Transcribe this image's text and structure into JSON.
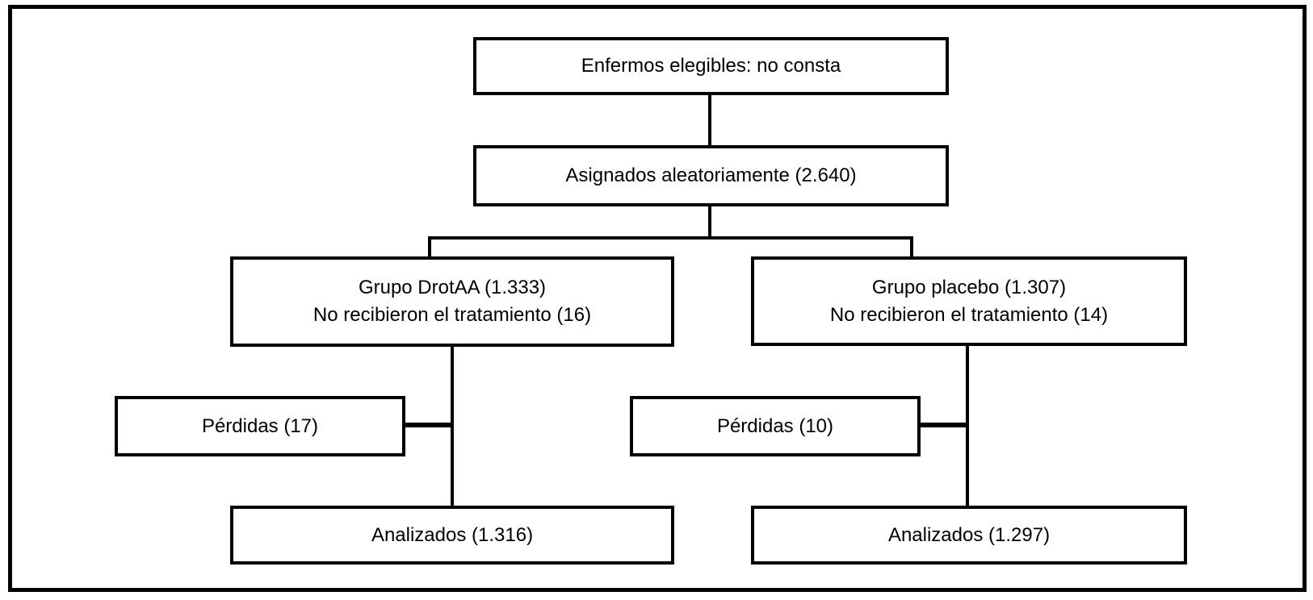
{
  "flowchart": {
    "colors": {
      "line": "#000000",
      "text": "#000000",
      "background": "#ffffff"
    },
    "boxes": {
      "eligible": {
        "line1": "Enfermos elegibles: no consta"
      },
      "randomized": {
        "line1": "Asignados aleatoriamente (2.640)"
      },
      "group_left": {
        "line1": "Grupo DrotAA (1.333)",
        "line2": "No recibieron el tratamiento (16)"
      },
      "group_right": {
        "line1": "Grupo placebo (1.307)",
        "line2": "No recibieron el tratamiento (14)"
      },
      "losses_left": {
        "line1": "Pérdidas (17)"
      },
      "losses_right": {
        "line1": "Pérdidas (10)"
      },
      "analyzed_left": {
        "line1": "Analizados (1.316)"
      },
      "analyzed_right": {
        "line1": "Analizados (1.297)"
      }
    }
  }
}
